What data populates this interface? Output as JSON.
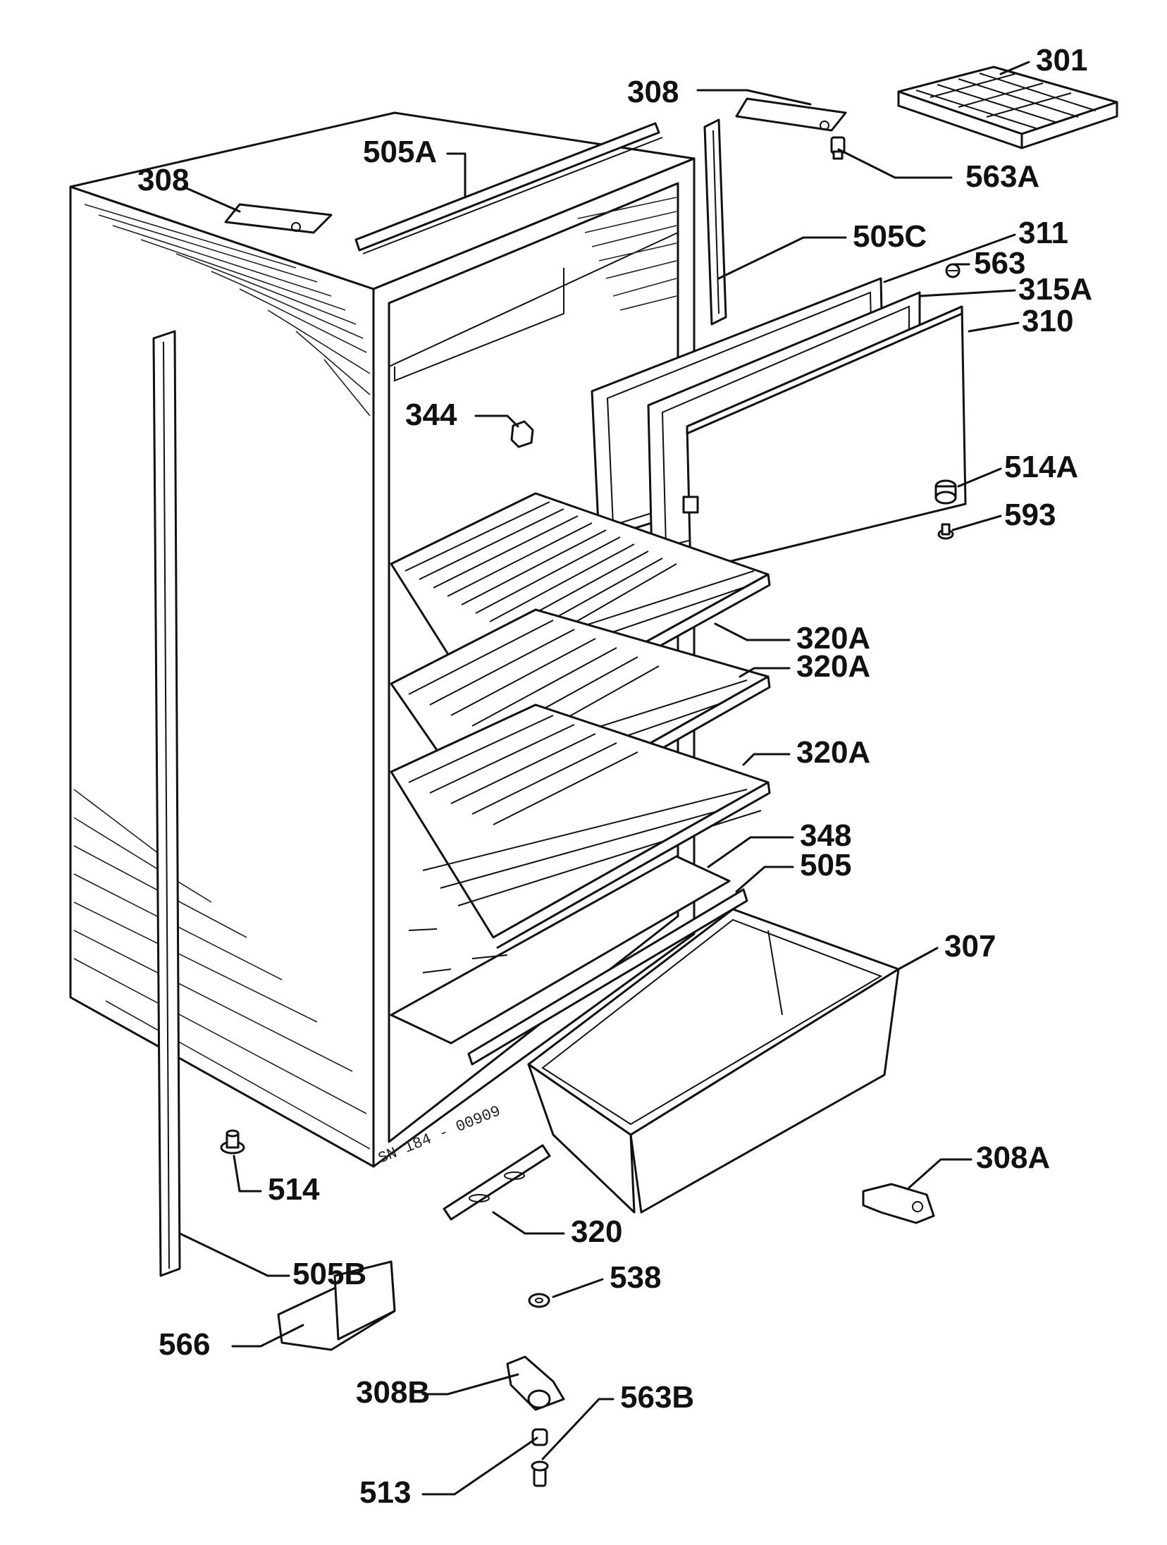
{
  "labels": {
    "p301": "301",
    "p308_top": "308",
    "p308_left": "308",
    "p505A": "505A",
    "p563A": "563A",
    "p505C": "505C",
    "p311": "311",
    "p563": "563",
    "p315A": "315A",
    "p310": "310",
    "p344": "344",
    "p514A": "514A",
    "p593": "593",
    "p320A_1": "320A",
    "p320A_2": "320A",
    "p320A_3": "320A",
    "p348": "348",
    "p505": "505",
    "p307": "307",
    "p308A": "308A",
    "p514": "514",
    "p320": "320",
    "p505B": "505B",
    "p538": "538",
    "p566": "566",
    "p308B": "308B",
    "p563B": "563B",
    "p513": "513"
  },
  "stamp": "SN 184 - 00909"
}
